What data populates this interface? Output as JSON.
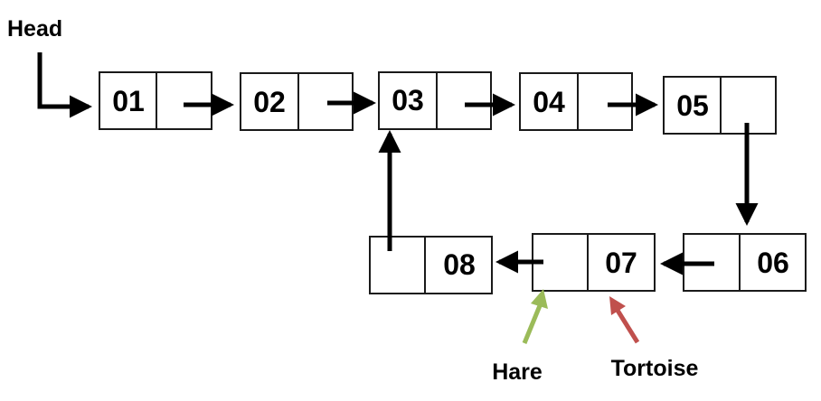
{
  "labels": {
    "head": "Head",
    "hare": "Hare",
    "tortoise": "Tortoise"
  },
  "nodes": [
    {
      "id": "01"
    },
    {
      "id": "02"
    },
    {
      "id": "03"
    },
    {
      "id": "04"
    },
    {
      "id": "05"
    },
    {
      "id": "06"
    },
    {
      "id": "07"
    },
    {
      "id": "08"
    }
  ],
  "colors": {
    "hare_arrow": "#9bbb59",
    "tortoise_arrow": "#c0504d"
  }
}
